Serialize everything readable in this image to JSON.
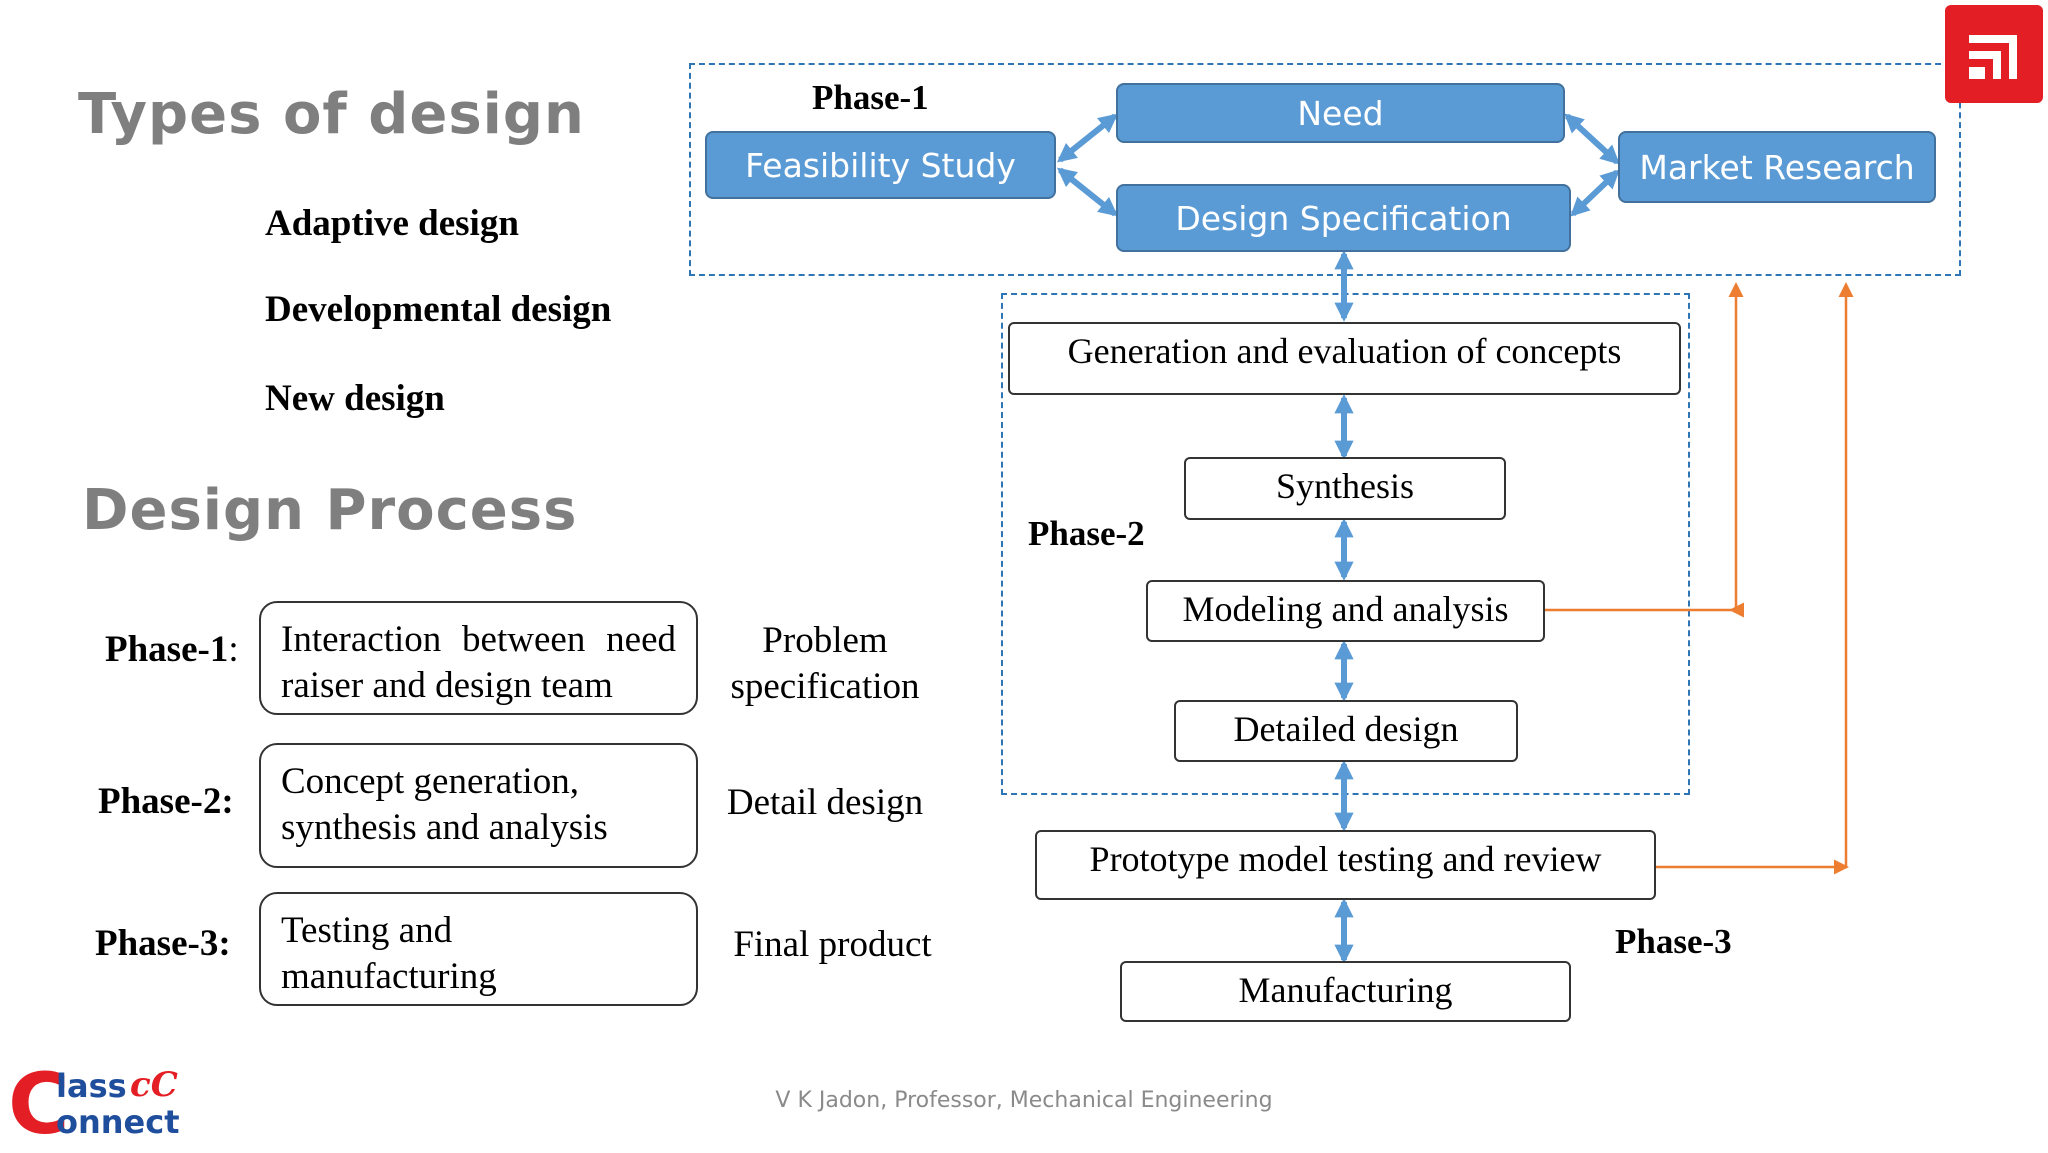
{
  "left": {
    "types_title": "Types of design",
    "types": [
      "Adaptive design",
      "Developmental design",
      "New design"
    ],
    "process_title": "Design Process",
    "phases": [
      {
        "label": "Phase-1",
        "sep": ":",
        "desc_lines": [
          "Interaction between need",
          "raiser and design team"
        ],
        "result_lines": [
          "Problem",
          "specification"
        ]
      },
      {
        "label": "Phase-2:",
        "sep": "",
        "desc_lines": [
          "Concept generation,",
          "synthesis and analysis"
        ],
        "result_lines": [
          "Detail design"
        ]
      },
      {
        "label": "Phase-3:",
        "sep": "",
        "desc_lines": [
          "Testing and",
          "manufacturing"
        ],
        "result_lines": [
          "Final product"
        ]
      }
    ]
  },
  "diagram": {
    "phase1_label": "Phase-1",
    "phase2_label": "Phase-2",
    "phase3_label": "Phase-3",
    "need": "Need",
    "feasibility": "Feasibility Study",
    "market": "Market Research",
    "spec": "Design Specification",
    "generation": "Generation and evaluation of concepts",
    "synthesis": "Synthesis",
    "modeling": "Modeling and analysis",
    "detailed": "Detailed design",
    "prototype": "Prototype model testing and review",
    "manufacturing": "Manufacturing"
  },
  "footer": {
    "credit": "V K Jadon, Professor, Mechanical Engineering",
    "logo_top": "lass",
    "logo_bottom": "onnect",
    "logo_letter": "C",
    "logo_cc": "cC"
  },
  "colors": {
    "blue_fill": "#5b9bd5",
    "blue_arrow": "#5b9bd5",
    "orange_arrow": "#ed7d31",
    "dash_blue": "#2e75b6",
    "brand_red": "#e31e24"
  }
}
